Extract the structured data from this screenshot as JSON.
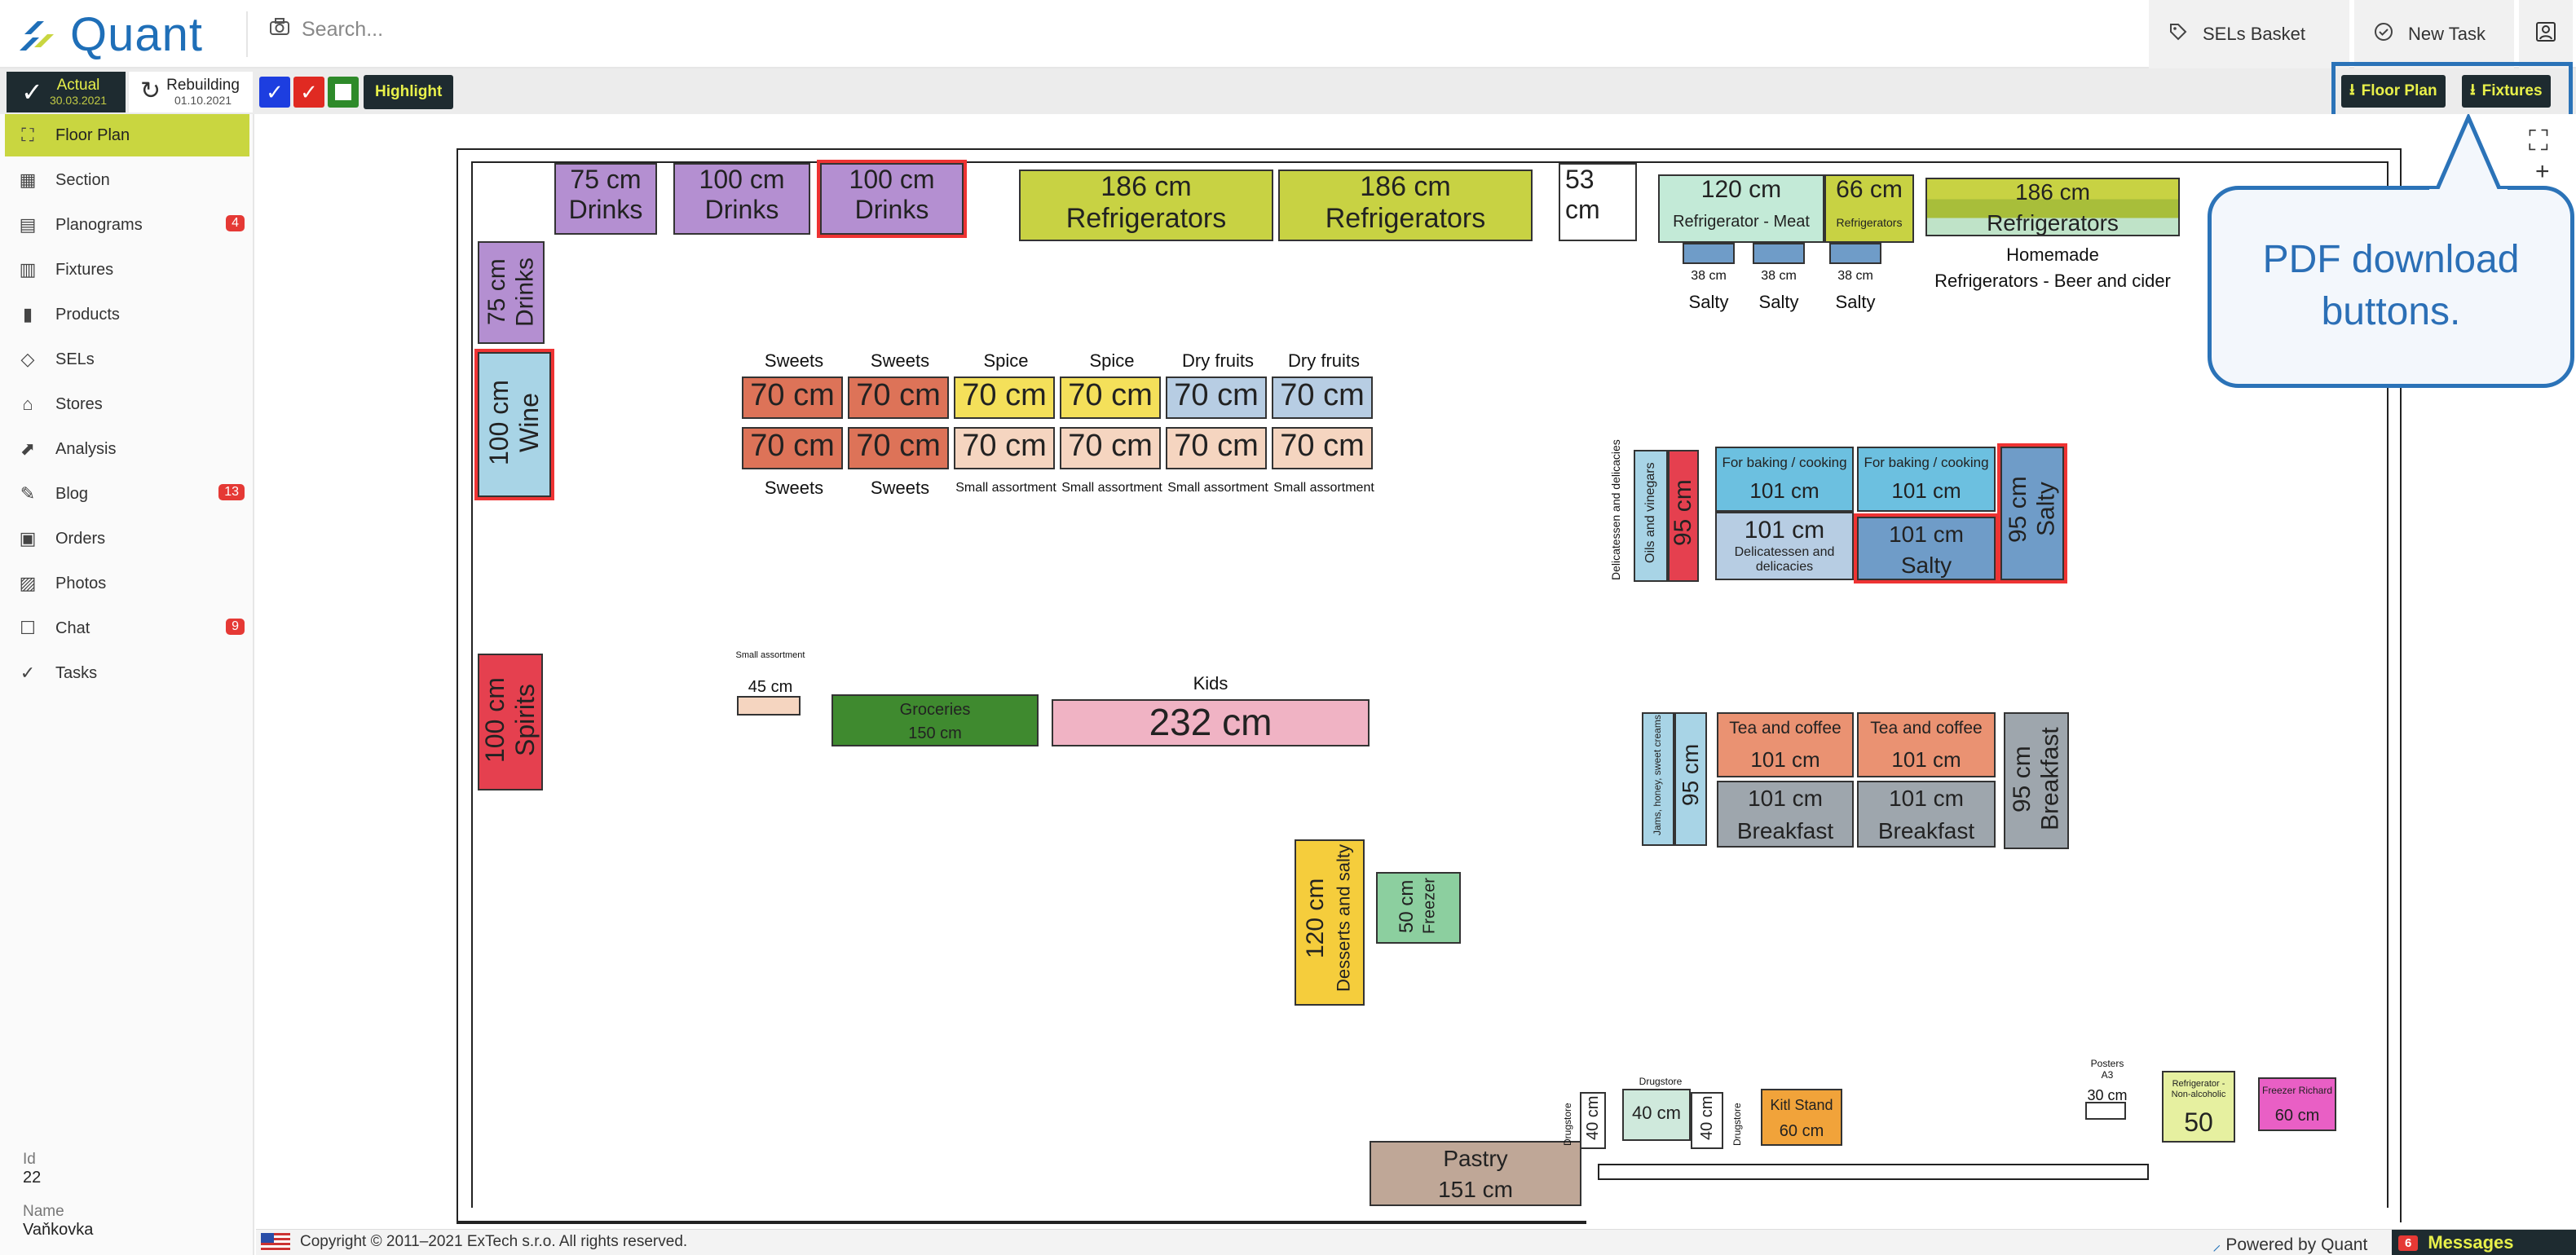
{
  "app": {
    "name": "Quant",
    "search_placeholder": "Search..."
  },
  "header_buttons": {
    "sels_basket": "SELs Basket",
    "new_task": "New Task"
  },
  "versions": {
    "actual": {
      "label": "Actual",
      "date": "30.03.2021"
    },
    "rebuilding": {
      "label": "Rebuilding",
      "date": "01.10.2021"
    }
  },
  "toolbar": {
    "highlight": "Highlight",
    "floor_plan_pdf": "Floor Plan",
    "fixtures_pdf": "Fixtures"
  },
  "sidebar": {
    "items": [
      {
        "label": "Floor Plan",
        "icon": "floor-plan-icon",
        "active": true
      },
      {
        "label": "Section",
        "icon": "section-icon"
      },
      {
        "label": "Planograms",
        "icon": "planogram-icon",
        "badge": "4"
      },
      {
        "label": "Fixtures",
        "icon": "fixtures-icon"
      },
      {
        "label": "Products",
        "icon": "products-icon"
      },
      {
        "label": "SELs",
        "icon": "tag-icon"
      },
      {
        "label": "Stores",
        "icon": "store-icon"
      },
      {
        "label": "Analysis",
        "icon": "chart-icon"
      },
      {
        "label": "Blog",
        "icon": "blog-icon",
        "badge": "13"
      },
      {
        "label": "Orders",
        "icon": "orders-icon"
      },
      {
        "label": "Photos",
        "icon": "photo-icon"
      },
      {
        "label": "Chat",
        "icon": "chat-icon",
        "badge": "9"
      },
      {
        "label": "Tasks",
        "icon": "tasks-icon"
      }
    ],
    "meta": {
      "id_label": "Id",
      "id_value": "22",
      "name_label": "Name",
      "name_value": "Vaňkovka"
    }
  },
  "callout": "PDF download buttons.",
  "footer": {
    "copyright": "Copyright © 2011–2021 ExTech s.r.o. All rights reserved.",
    "powered": "Powered by Quant",
    "messages_count": "6",
    "messages": "Messages"
  },
  "fixtures": {
    "drinks1": {
      "size": "75 cm",
      "name": "Drinks"
    },
    "drinks2": {
      "size": "100 cm",
      "name": "Drinks"
    },
    "drinks3": {
      "size": "100 cm",
      "name": "Drinks"
    },
    "refr1": {
      "size": "186 cm",
      "name": "Refrigerators"
    },
    "refr2": {
      "size": "186 cm",
      "name": "Refrigerators"
    },
    "r53": {
      "size": "53 cm"
    },
    "refr_meat": {
      "size": "120 cm",
      "name": "Refrigerator - Meat"
    },
    "refr66": {
      "size": "66 cm",
      "name": "Refrigerators"
    },
    "refr186": {
      "size": "186 cm",
      "name": "Refrigerators",
      "sub1": "Homemade",
      "sub2": "Refrigerators - Beer and cider"
    },
    "salty_small": [
      {
        "size": "38 cm",
        "name": "Salty"
      },
      {
        "size": "38 cm",
        "name": "Salty"
      },
      {
        "size": "38 cm",
        "name": "Salty"
      }
    ],
    "drinks_v": {
      "size": "75 cm",
      "name": "Drinks"
    },
    "wine": {
      "size": "100 cm",
      "name": "Wine"
    },
    "gondola_top": [
      {
        "label": "Sweets",
        "size": "70 cm"
      },
      {
        "label": "Sweets",
        "size": "70 cm"
      },
      {
        "label": "Spice",
        "size": "70 cm"
      },
      {
        "label": "Spice",
        "size": "70 cm"
      },
      {
        "label": "Dry fruits",
        "size": "70 cm"
      },
      {
        "label": "Dry fruits",
        "size": "70 cm"
      }
    ],
    "gondola_bottom": [
      {
        "label": "Sweets",
        "size": "70 cm"
      },
      {
        "label": "Sweets",
        "size": "70 cm"
      },
      {
        "label": "Small assortment",
        "size": "70 cm"
      },
      {
        "label": "Small assortment",
        "size": "70 cm"
      },
      {
        "label": "Small assortment",
        "size": "70 cm"
      },
      {
        "label": "Small assortment",
        "size": "70 cm"
      }
    ],
    "oils": {
      "side_label": "Oils and vinegars",
      "side_label2": "Delicatessen and delicacies",
      "size": "95 cm"
    },
    "baking1": {
      "name": "For baking / cooking",
      "size": "101 cm"
    },
    "baking2": {
      "name": "For baking / cooking",
      "size": "101 cm"
    },
    "deli": {
      "size": "101 cm",
      "name": "Delicatessen and delicacies"
    },
    "salty101": {
      "size": "101 cm",
      "name": "Salty"
    },
    "salty95": {
      "size": "95 cm",
      "name": "Salty"
    },
    "spirits": {
      "size": "100 cm",
      "name": "Spirits"
    },
    "small45": {
      "label": "Small assortment",
      "size": "45 cm"
    },
    "groceries": {
      "name": "Groceries",
      "size": "150 cm"
    },
    "kids": {
      "label": "Kids",
      "size": "232 cm"
    },
    "jams": {
      "side_label": "Jams, honey, sweet creams",
      "size": "95 cm"
    },
    "tea1": {
      "name": "Tea and coffee",
      "size": "101 cm"
    },
    "tea2": {
      "name": "Tea and coffee",
      "size": "101 cm"
    },
    "bf1": {
      "size": "101 cm",
      "name": "Breakfast"
    },
    "bf2": {
      "size": "101 cm",
      "name": "Breakfast"
    },
    "bf95": {
      "size": "95 cm",
      "name": "Breakfast"
    },
    "desserts": {
      "size": "120 cm",
      "name": "Desserts and salty"
    },
    "freezer50": {
      "size": "50 cm",
      "name": "Freezer"
    },
    "pastry": {
      "name": "Pastry",
      "size": "151 cm"
    },
    "drug1": {
      "label": "Drugstore",
      "size": "40 cm"
    },
    "drug2": {
      "label": "Drugstore",
      "size": "40 cm"
    },
    "drug3": {
      "label": "Drugstore",
      "size": "40 cm"
    },
    "kitl": {
      "name": "Kitl Stand",
      "size": "60 cm"
    },
    "posters": {
      "label": "Posters A3",
      "size": "30 cm"
    },
    "refr_na": {
      "name": "Refrigerator - Non-alcoholic",
      "size": "50 cm"
    },
    "freezer_r": {
      "name": "Freezer Richard",
      "size": "60 cm"
    }
  },
  "colors": {
    "accent": "#c9d640",
    "dark": "#1e2b30",
    "brand": "#1f6fb8",
    "drinks": "#b48fd1",
    "refrigerators": "#c8d243",
    "wine": "#a8d4e6",
    "spirits": "#e5404f",
    "sweets": "#dd7358",
    "spice": "#f4e05a",
    "dry_fruits": "#b7cde3",
    "small_assortment": "#f5d5c0",
    "groceries": "#3f8a2f",
    "kids": "#f0b3c4",
    "baking": "#6cc0e0",
    "salty": "#6f9cc8",
    "tea": "#ea9272",
    "breakfast": "#9ea6ad",
    "desserts": "#f5cd3c",
    "freezer": "#8ccf9f",
    "pastry": "#bfa797",
    "kitl": "#f1a33a",
    "freezer_richard": "#e95fc5"
  }
}
